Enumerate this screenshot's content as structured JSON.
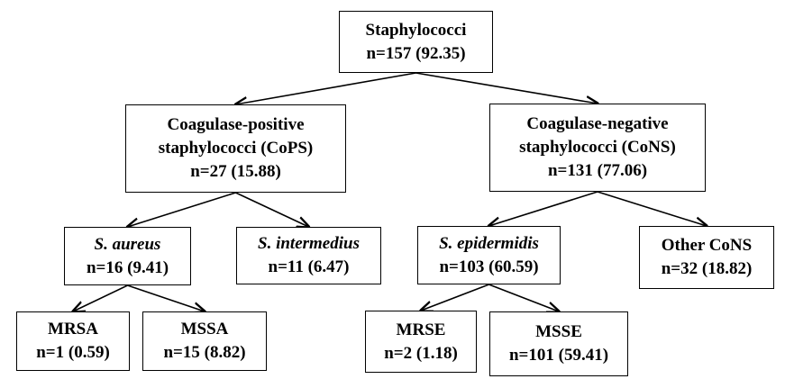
{
  "colors": {
    "line": "#000000",
    "background": "#ffffff",
    "text": "#000000"
  },
  "nodes": {
    "root": {
      "lines": [
        "Staphylococci",
        "n=157 (92.35)"
      ]
    },
    "cops": {
      "lines": [
        "Coagulase-positive",
        "staphylococci (CoPS)",
        "n=27 (15.88)"
      ]
    },
    "cons": {
      "lines": [
        "Coagulase-negative",
        "staphylococci (CoNS)",
        "n=131 (77.06)"
      ]
    },
    "s_aureus": {
      "name": "S. aureus",
      "count": "n=16 (9.41)"
    },
    "s_intermedius": {
      "name": "S. intermedius",
      "count": "n=11 (6.47)"
    },
    "s_epidermidis": {
      "name": "S. epidermidis",
      "count": "n=103 (60.59)"
    },
    "other_cons": {
      "lines": [
        "Other CoNS",
        "n=32 (18.82)"
      ]
    },
    "mrsa": {
      "lines": [
        "MRSA",
        "n=1 (0.59)"
      ]
    },
    "mssa": {
      "lines": [
        "MSSA",
        "n=15 (8.82)"
      ]
    },
    "mrse": {
      "lines": [
        "MRSE",
        "n=2 (1.18)"
      ]
    },
    "msse": {
      "lines": [
        "MSSE",
        "n=101 (59.41)"
      ]
    }
  },
  "edges": [
    [
      "root",
      "cops"
    ],
    [
      "root",
      "cons"
    ],
    [
      "cops",
      "s_aureus"
    ],
    [
      "cops",
      "s_intermedius"
    ],
    [
      "cons",
      "s_epidermidis"
    ],
    [
      "cons",
      "other_cons"
    ],
    [
      "s_aureus",
      "mrsa"
    ],
    [
      "s_aureus",
      "mssa"
    ],
    [
      "s_epidermidis",
      "mrse"
    ],
    [
      "s_epidermidis",
      "msse"
    ]
  ]
}
